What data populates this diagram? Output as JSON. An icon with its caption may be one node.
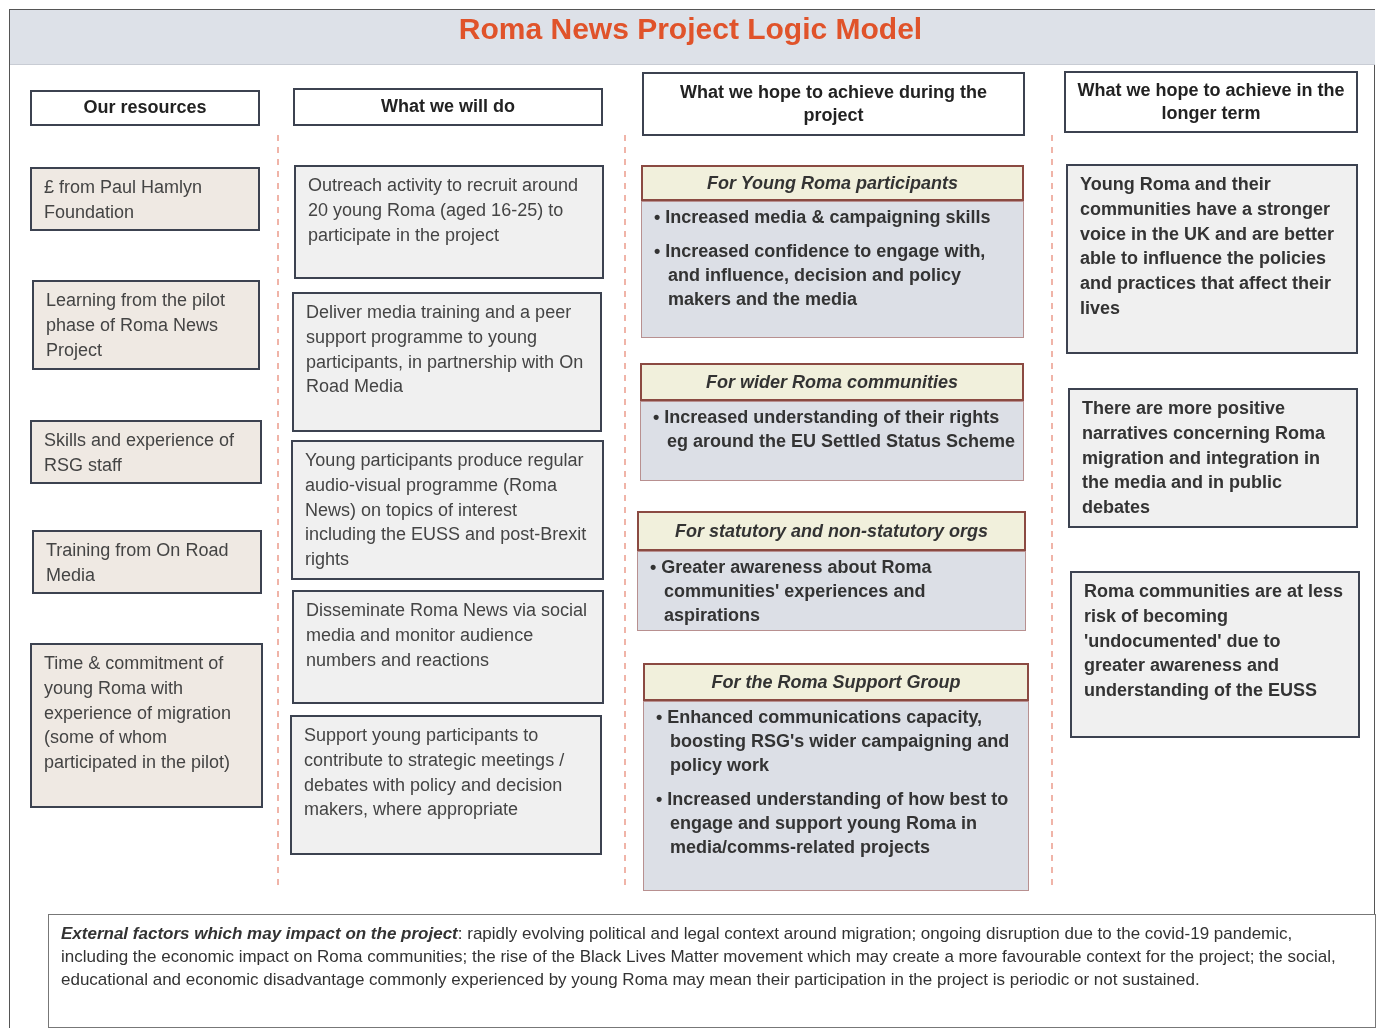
{
  "diagram": {
    "title": "Roma News Project Logic Model",
    "nodes": [
      {
        "text": [
          "Our resources"
        ]
      },
      {
        "text": [
          "What we will do"
        ]
      },
      {
        "text": [
          "What we hope to achieve during the project"
        ]
      },
      {
        "text": [
          "What we hope to achieve in the longer term"
        ]
      },
      {
        "text": [
          "£ from Paul Hamlyn Foundation"
        ]
      },
      {
        "text": [
          "Learning from the pilot phase of Roma News Project"
        ]
      },
      {
        "text": [
          "Skills and experience of RSG staff"
        ]
      },
      {
        "text": [
          "Training from On Road Media"
        ]
      },
      {
        "text": [
          "Time & commitment of young Roma with experience of migration (some of whom participated in the pilot)"
        ]
      },
      {
        "text": [
          "Outreach activity to recruit around 20 young Roma (aged 16-25) to participate in the project"
        ]
      },
      {
        "text": [
          "Deliver media training and a peer support programme to young participants, in partnership with On Road Media"
        ]
      },
      {
        "text": [
          "Young participants produce regular audio-visual programme (Roma News) on topics of interest including the EUSS and post-Brexit rights"
        ]
      },
      {
        "text": [
          "Disseminate Roma News via social media and monitor audience numbers and reactions"
        ]
      },
      {
        "text": [
          "Support young participants to contribute to strategic meetings / debates with policy and decision makers, where appropriate"
        ]
      },
      {
        "text": [
          "For Young Roma participants",
          "• Increased media & campaigning skills",
          "• Increased confidence to engage with, and influence, decision and policy makers and the media"
        ]
      },
      {
        "text": [
          "For wider Roma communities",
          "• Increased understanding of their rights eg around the EU Settled Status Scheme"
        ]
      },
      {
        "text": [
          "For statutory and non-statutory orgs",
          "• Greater awareness about Roma communities' experiences and aspirations"
        ]
      },
      {
        "text": [
          "For the Roma Support Group",
          "• Enhanced communications capacity, boosting RSG's wider campaigning and policy work",
          "• Increased understanding of how best to engage and support young Roma in media/comms-related projects"
        ]
      },
      {
        "text": [
          "Young Roma and their communities have a stronger voice in the UK and are better able to influence the policies and practices that affect their lives"
        ]
      },
      {
        "text": [
          "There are more positive narratives concerning Roma migration and integration in the media and in public debates"
        ]
      },
      {
        "text": [
          "Roma communities are at less risk of becoming 'undocumented' due to greater awareness and understanding of the EUSS"
        ]
      },
      {
        "text": [
          "**External factors which may impact on the project**: rapidly evolving political and legal context around migration; ongoing disruption due to the covid-19 pandemic, including the economic impact on Roma communities; the rise of the Black Lives Matter movement which may create a more favourable context for the project; the social, educational and economic disadvantage commonly experienced by young Roma may mean their participation in the project is periodic or not sustained."
        ]
      }
    ],
    "edges": []
  }
}
